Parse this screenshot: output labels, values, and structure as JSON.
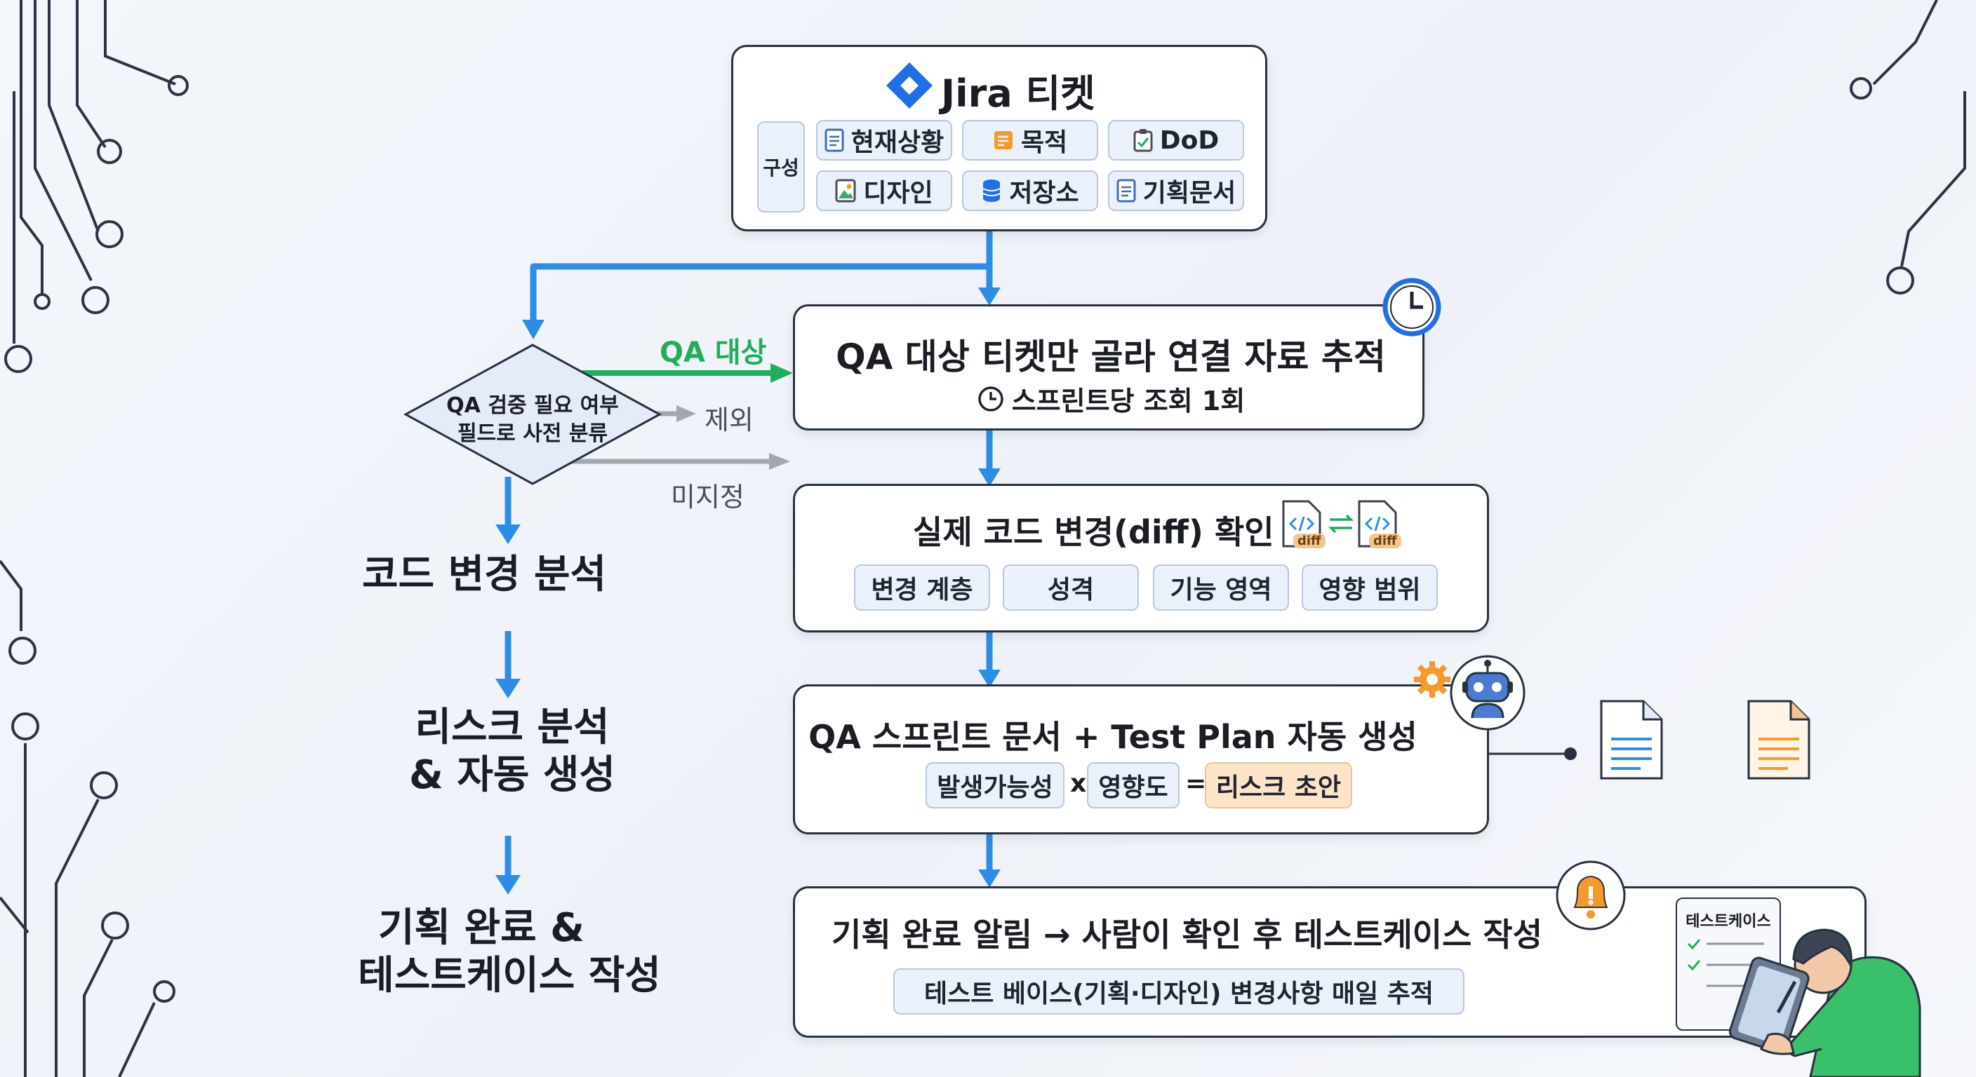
{
  "jira": {
    "title": "Jira 티켓",
    "group_label": "구성",
    "fields": [
      "현재상황",
      "목적",
      "DoD",
      "디자인",
      "저장소",
      "기획문서"
    ]
  },
  "decision": {
    "line1": "QA 검중 필요 여부",
    "line2": "필드로 사전 분류",
    "branch_target": "QA 대상",
    "branch_excluded": "제외",
    "branch_unset": "미지정"
  },
  "track": {
    "title": "QA 대상 티켓만 골라 연결 자료 추적",
    "subtitle": "스프린트당 조회 1회"
  },
  "diff": {
    "title": "실제 코드 변경(diff) 확인",
    "badge": "diff",
    "chips": [
      "변경 계층",
      "성격",
      "기능 영역",
      "영향 범위"
    ]
  },
  "plan": {
    "title": "QA 스프린트 문서 + Test Plan 자동 생성",
    "factor1": "발생가능성",
    "op_mul": "x",
    "factor2": "영향도",
    "op_eq": "=",
    "result": "리스크 초안"
  },
  "notify": {
    "title": "기획 완료 알림 → 사람이 확인 후 테스트케이스 작성",
    "subtitle": "테스트 베이스(기획·디자인) 변경사항 매일 추적",
    "card_label": "테스트케이스"
  },
  "steps": {
    "code": "코드 변경 분석",
    "risk_l1": "리스크 분석",
    "risk_l2": "& 자동 생성",
    "plan_l1": "기획 완료 &",
    "plan_l2": "테스트케이스 작성"
  },
  "colors": {
    "arrow_blue": "#2d8de6",
    "arrow_green": "#1fae5b",
    "arrow_gray": "#a3a8b0",
    "jira_blue": "#1f6fe8",
    "risk_orange": "#fde3c8",
    "person_green": "#38c06b"
  }
}
